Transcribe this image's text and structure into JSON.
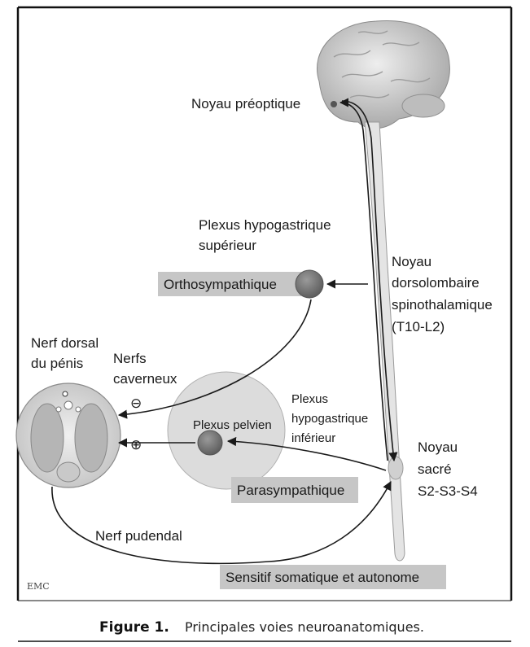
{
  "labels": {
    "noyau_preoptique": "Noyau préoptique",
    "plexus_hypo_sup_1": "Plexus hypogastrique",
    "plexus_hypo_sup_2": "supérieur",
    "noyau_dorso_1": "Noyau",
    "noyau_dorso_2": "dorsolombaire",
    "noyau_dorso_3": "spinothalamique",
    "noyau_dorso_4": "(T10-L2)",
    "orthosympathique": "Orthosympathique",
    "nerf_dorsal_1": "Nerf dorsal",
    "nerf_dorsal_2": "du pénis",
    "nerfs_caverneux_1": "Nerfs",
    "nerfs_caverneux_2": "caverneux",
    "minus_sign": "⊖",
    "plus_sign": "⊕",
    "plexus_pelvien": "Plexus pelvien",
    "plexus_hypo_inf_1": "Plexus",
    "plexus_hypo_inf_2": "hypogastrique",
    "plexus_hypo_inf_3": "inférieur",
    "noyau_sacre_1": "Noyau",
    "noyau_sacre_2": "sacré",
    "noyau_sacre_3": "S2-S3-S4",
    "parasympathique": "Parasympathique",
    "nerf_pudendal": "Nerf pudendal",
    "sensitif": "Sensitif somatique et autonome",
    "emc_logo": "EMC"
  },
  "caption": {
    "number": "Figure 1.",
    "text": "Principales voies neuroanatomiques."
  },
  "colors": {
    "box_fill": "#c8c8c8",
    "circle_fill": "#dcdcdc",
    "node_fill": "#7a7a7a",
    "brain_fill": "#d6d6d6",
    "cord_fill": "#e6e6e6"
  }
}
